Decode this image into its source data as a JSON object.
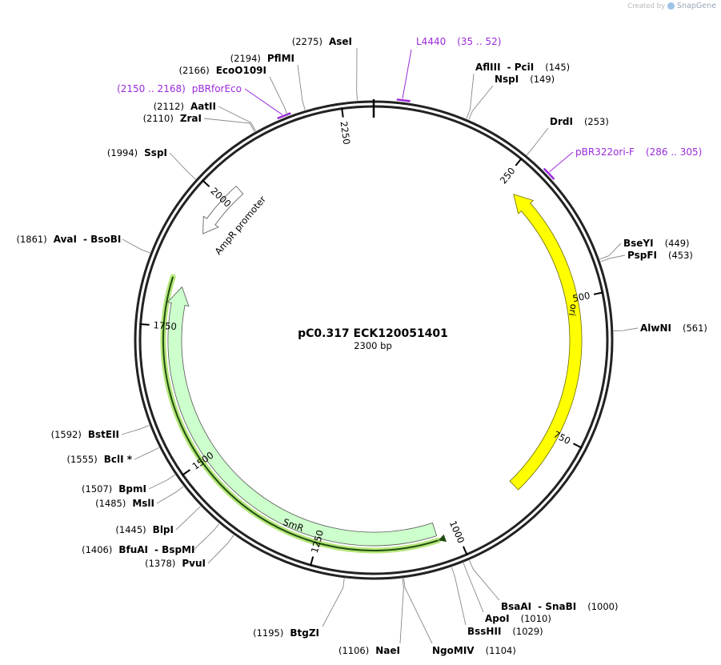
{
  "credit": {
    "prefix": "Created by",
    "brand": "SnapGene",
    "icon": "snapgene-logo-icon"
  },
  "plasmid": {
    "name": "pC0.317 ECK120051401",
    "length_label": "2300 bp",
    "length": 2300
  },
  "ticks": [
    {
      "pos": 250,
      "label": "250"
    },
    {
      "pos": 500,
      "label": "500"
    },
    {
      "pos": 750,
      "label": "750"
    },
    {
      "pos": 1000,
      "label": "1000"
    },
    {
      "pos": 1250,
      "label": "1250"
    },
    {
      "pos": 1500,
      "label": "1500"
    },
    {
      "pos": 1750,
      "label": "1750"
    },
    {
      "pos": 2000,
      "label": "2000"
    },
    {
      "pos": 2250,
      "label": "2250"
    }
  ],
  "features": [
    {
      "name": "ori",
      "start": 280,
      "end": 869,
      "direction": "reverse",
      "color": "#ffff00"
    },
    {
      "name": "SmR",
      "start": 1036,
      "end": 1824,
      "direction": "forward",
      "color": "#ccffcc"
    },
    {
      "name": "AmpR promoter",
      "start": 1929,
      "end": 2033,
      "direction": "reverse",
      "color": "#ffffff"
    }
  ],
  "cut_sites": [
    {
      "name": "AseI",
      "pos_text": "(2275)",
      "site": 2275
    },
    {
      "name": "PflMI",
      "pos_text": "(2194)",
      "site": 2194
    },
    {
      "name": "EcoO109I",
      "pos_text": "(2166)",
      "site": 2166
    },
    {
      "name": "AatII",
      "pos_text": "(2112)",
      "site": 2112
    },
    {
      "name": "ZraI",
      "pos_text": "(2110)",
      "site": 2110
    },
    {
      "name": "SspI",
      "pos_text": "(1994)",
      "site": 1994
    },
    {
      "name": "AvaI",
      "extra": "BsoBI",
      "pos_text": "(1861)",
      "site": 1861
    },
    {
      "name": "BstEII",
      "pos_text": "(1592)",
      "site": 1592
    },
    {
      "name": "BclI *",
      "pos_text": "(1555)",
      "site": 1555
    },
    {
      "name": "BpmI",
      "pos_text": "(1507)",
      "site": 1507
    },
    {
      "name": "MslI",
      "pos_text": "(1485)",
      "site": 1485
    },
    {
      "name": "BlpI",
      "pos_text": "(1445)",
      "site": 1445
    },
    {
      "name": "BfuAI",
      "extra": "BspMI",
      "pos_text": "(1406)",
      "site": 1406
    },
    {
      "name": "PvuI",
      "pos_text": "(1378)",
      "site": 1378
    },
    {
      "name": "BtgZI",
      "pos_text": "(1195)",
      "site": 1195
    },
    {
      "name": "NaeI",
      "pos_text": "(1106)",
      "site": 1106
    },
    {
      "name": "NgoMIV",
      "pos_text": "(1104)",
      "site": 1104
    },
    {
      "name": "BssHII",
      "pos_text": "(1029)",
      "site": 1029
    },
    {
      "name": "ApoI",
      "pos_text": "(1010)",
      "site": 1010
    },
    {
      "name": "BsaAI",
      "extra": "SnaBI",
      "pos_text": "(1000)",
      "site": 1000
    },
    {
      "name": "AlwNI",
      "pos_text": "(561)",
      "site": 561
    },
    {
      "name": "PspFI",
      "pos_text": "(453)",
      "site": 453
    },
    {
      "name": "BseYI",
      "pos_text": "(449)",
      "site": 449
    },
    {
      "name": "DrdI",
      "pos_text": "(253)",
      "site": 253
    },
    {
      "name": "NspI",
      "pos_text": "(149)",
      "site": 149
    },
    {
      "name": "AflIII",
      "extra": "PciI",
      "pos_text": "(145)",
      "site": 145
    }
  ],
  "primers": [
    {
      "name": "L4440",
      "range_text": "(35 .. 52)",
      "start": 35,
      "end": 52
    },
    {
      "name": "pBR322ori-F",
      "range_text": "(286 .. 305)",
      "start": 286,
      "end": 305
    },
    {
      "name": "pBRforEco",
      "range_text": "(2150 .. 2168)",
      "start": 2150,
      "end": 2168
    }
  ],
  "colors": {
    "backbone": "#222222",
    "primer": "#9a2bd9",
    "ori": "#ffff00",
    "smr": "#ccffcc",
    "smr_highlight": "#b5e67a"
  }
}
